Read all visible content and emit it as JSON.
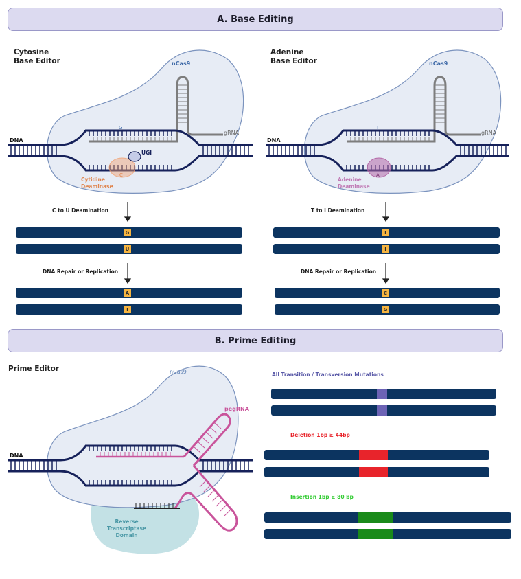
{
  "section_a": {
    "title": "A. Base Editing"
  },
  "section_b": {
    "title": "B. Prime Editing"
  },
  "cbe": {
    "heading_line1": "Cytosine",
    "heading_line2": "Base Editor",
    "ncas9": "nCas9",
    "grna": "gRNA",
    "dna": "DNA",
    "target_top": "G",
    "target_bottom": "C",
    "ugi": "UGI",
    "enzyme_line1": "Cytidine",
    "enzyme_line2": "Deaminase",
    "step1": "C to U Deamination",
    "step2": "DNA Repair or Replication",
    "pair1": [
      "G",
      "U"
    ],
    "pair2": [
      "A",
      "T"
    ]
  },
  "abe": {
    "heading_line1": "Adenine",
    "heading_line2": "Base Editor",
    "ncas9": "nCas9",
    "grna": "gRNA",
    "dna": "DNA",
    "target_top": "T",
    "target_bottom": "A",
    "enzyme_line1": "Adenine",
    "enzyme_line2": "Deaminase",
    "step1": "T to I Deamination",
    "step2": "DNA Repair or Replication",
    "pair1": [
      "T",
      "I"
    ],
    "pair2": [
      "C",
      "G"
    ]
  },
  "pe": {
    "heading": "Prime Editor",
    "ncas9": "nCas9",
    "pegrna": "pegRNA",
    "dna": "DNA",
    "rt_line1": "Reverse",
    "rt_line2": "Transcriptase",
    "rt_line3": "Domain",
    "mutations": "All Transition / Transversion Mutations",
    "deletion": "Deletion 1bp  ≥ 44bp",
    "insertion": "Insertion 1bp ≥ 80 bp"
  },
  "colors": {
    "dna": "#16215a",
    "strand": "#0c3460",
    "base": "#f6b440",
    "cas9_fill": "#e7ecf5",
    "cas9_stroke": "#7b93be",
    "grna": "#7d7d7d",
    "cytidine": "#f0a070",
    "adenine": "#b56aa8",
    "pegrna": "#c9549b",
    "rt": "#b9dce0",
    "mutation": "#6c63b5",
    "deletion": "#e8242b",
    "insertion": "#1a8a1a"
  }
}
